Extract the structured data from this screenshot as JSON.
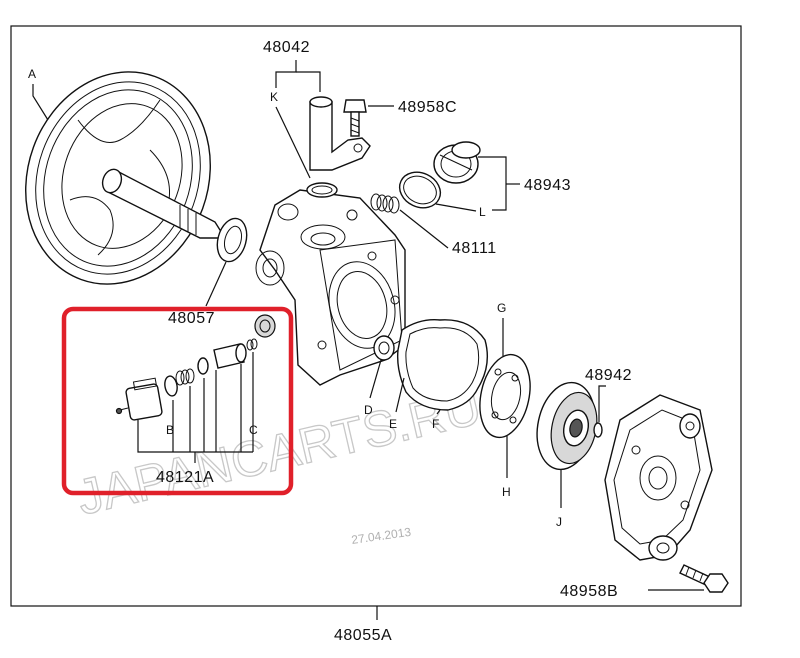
{
  "diagram": {
    "assembly_number": "48055A",
    "part_numbers": {
      "p48042": "48042",
      "p48958c": "48958C",
      "p48943": "48943",
      "p48111": "48111",
      "p48057": "48057",
      "p48121a": "48121A",
      "p48942": "48942",
      "p48958b": "48958B"
    },
    "letters": {
      "A": "A",
      "B": "B",
      "C": "C",
      "D": "D",
      "E": "E",
      "F": "F",
      "G": "G",
      "H": "H",
      "J": "J",
      "K": "K",
      "L": "L"
    },
    "watermark": "JAPANCARTS.RU",
    "date_stamp": "27.04.2013"
  },
  "highlight": {
    "color": "#e0202a"
  },
  "colors": {
    "line": "#111111",
    "watermark": "#c8c8c8",
    "background": "#ffffff"
  }
}
